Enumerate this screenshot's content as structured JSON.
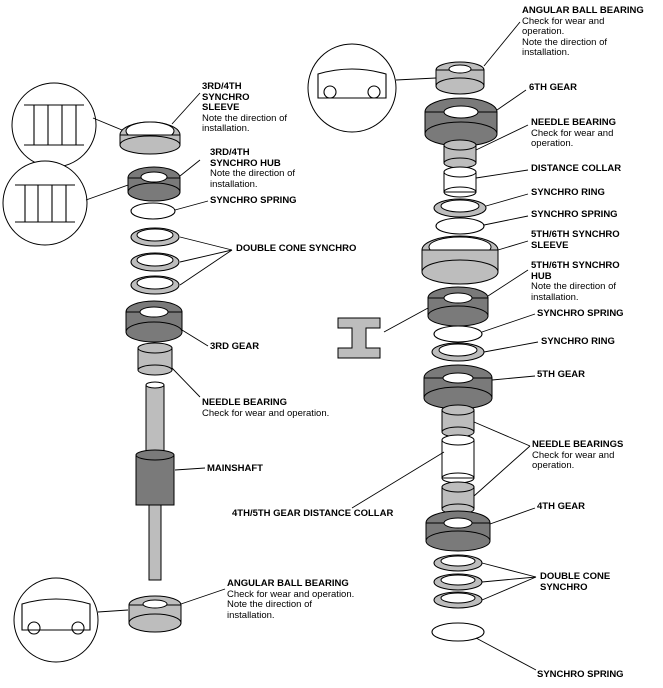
{
  "left_labels": [
    {
      "id": "sleeve34",
      "title": "3RD/4TH\nSYNCHRO\nSLEEVE",
      "desc": "Note the direction of\ninstallation."
    },
    {
      "id": "hub34",
      "title": "3RD/4TH\nSYNCHRO HUB",
      "desc": "Note the direction of\ninstallation."
    },
    {
      "id": "spring_l",
      "title": "SYNCHRO SPRING",
      "desc": ""
    },
    {
      "id": "dcs_l",
      "title": "DOUBLE CONE SYNCHRO",
      "desc": ""
    },
    {
      "id": "gear3",
      "title": "3RD GEAR",
      "desc": ""
    },
    {
      "id": "needle_l",
      "title": "NEEDLE BEARING",
      "desc": "Check for wear and operation."
    },
    {
      "id": "mainshaft",
      "title": "MAINSHAFT",
      "desc": ""
    },
    {
      "id": "abb_l",
      "title": "ANGULAR BALL BEARING",
      "desc": "Check for wear and operation.\nNote the direction of\ninstallation."
    }
  ],
  "right_labels": [
    {
      "id": "abb_r",
      "title": "ANGULAR BALL BEARING",
      "desc": "Check for wear and\noperation.\nNote the direction of\ninstallation."
    },
    {
      "id": "gear6",
      "title": "6TH GEAR",
      "desc": ""
    },
    {
      "id": "needle_r",
      "title": "NEEDLE BEARING",
      "desc": "Check for wear and\noperation."
    },
    {
      "id": "collar",
      "title": "DISTANCE COLLAR",
      "desc": ""
    },
    {
      "id": "ring_r1",
      "title": "SYNCHRO RING",
      "desc": ""
    },
    {
      "id": "spring_r1",
      "title": "SYNCHRO SPRING",
      "desc": ""
    },
    {
      "id": "sleeve56",
      "title": "5TH/6TH SYNCHRO\nSLEEVE",
      "desc": ""
    },
    {
      "id": "hub56",
      "title": "5TH/6TH SYNCHRO\nHUB",
      "desc": "Note the direction of\ninstallation."
    },
    {
      "id": "spring_r2",
      "title": "SYNCHRO SPRING",
      "desc": ""
    },
    {
      "id": "ring_r2",
      "title": "SYNCHRO RING",
      "desc": ""
    },
    {
      "id": "gear5",
      "title": "5TH GEAR",
      "desc": ""
    },
    {
      "id": "needles_r",
      "title": "NEEDLE BEARINGS",
      "desc": "Check for wear and\noperation."
    },
    {
      "id": "collar45",
      "title": "4TH/5TH GEAR DISTANCE COLLAR",
      "desc": ""
    },
    {
      "id": "gear4",
      "title": "4TH GEAR",
      "desc": ""
    },
    {
      "id": "dcs_r",
      "title": "DOUBLE CONE\nSYNCHRO",
      "desc": ""
    },
    {
      "id": "spring_r3",
      "title": "SYNCHRO SPRING",
      "desc": ""
    }
  ]
}
